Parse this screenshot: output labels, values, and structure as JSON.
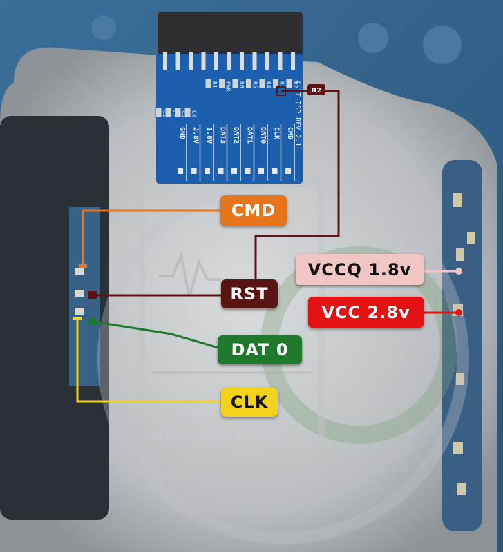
{
  "labels": {
    "cmd": {
      "text": "CMD",
      "bg": "#e8741c",
      "fg": "#ffffff"
    },
    "rst": {
      "text": "RST",
      "bg": "#5a1414",
      "fg": "#ffffff"
    },
    "dat0": {
      "text": "DAT 0",
      "bg": "#1e7a2a",
      "fg": "#ffffff"
    },
    "clk": {
      "text": "CLK",
      "bg": "#f2d21a",
      "fg": "#111111"
    },
    "vccq": {
      "text": "VCCQ 1.8v",
      "bg": "#f3c6c6",
      "fg": "#111111"
    },
    "vcc": {
      "text": "VCC 2.8v",
      "bg": "#e41212",
      "fg": "#ffffff"
    },
    "r2": {
      "text": "R2"
    }
  },
  "isp_board": {
    "title": "4-1T ISP REV 2.1",
    "pins": [
      "GND",
      "2.8V",
      "1.8V",
      "DAT3",
      "DAT2",
      "DAT1",
      "DAT0",
      "CLK",
      "CMD"
    ],
    "refs": [
      "R1",
      "PWR",
      "R6",
      "R5",
      "R4",
      "R3",
      "R2",
      "C1",
      "C2",
      "C3",
      "C4"
    ]
  },
  "watermark": {
    "line1": "REPAIRING",
    "line2": "AND INSTITUTE"
  },
  "colors": {
    "cmd_wire": "#e8741c",
    "rst_wire": "#5a1414",
    "dat0_wire": "#1e7a2a",
    "clk_wire": "#f2d21a",
    "vccq_wire": "#f3c6c6",
    "vcc_wire": "#e41212",
    "r2_wire": "#5a1414",
    "isp_pcb": "#1b5fae"
  }
}
